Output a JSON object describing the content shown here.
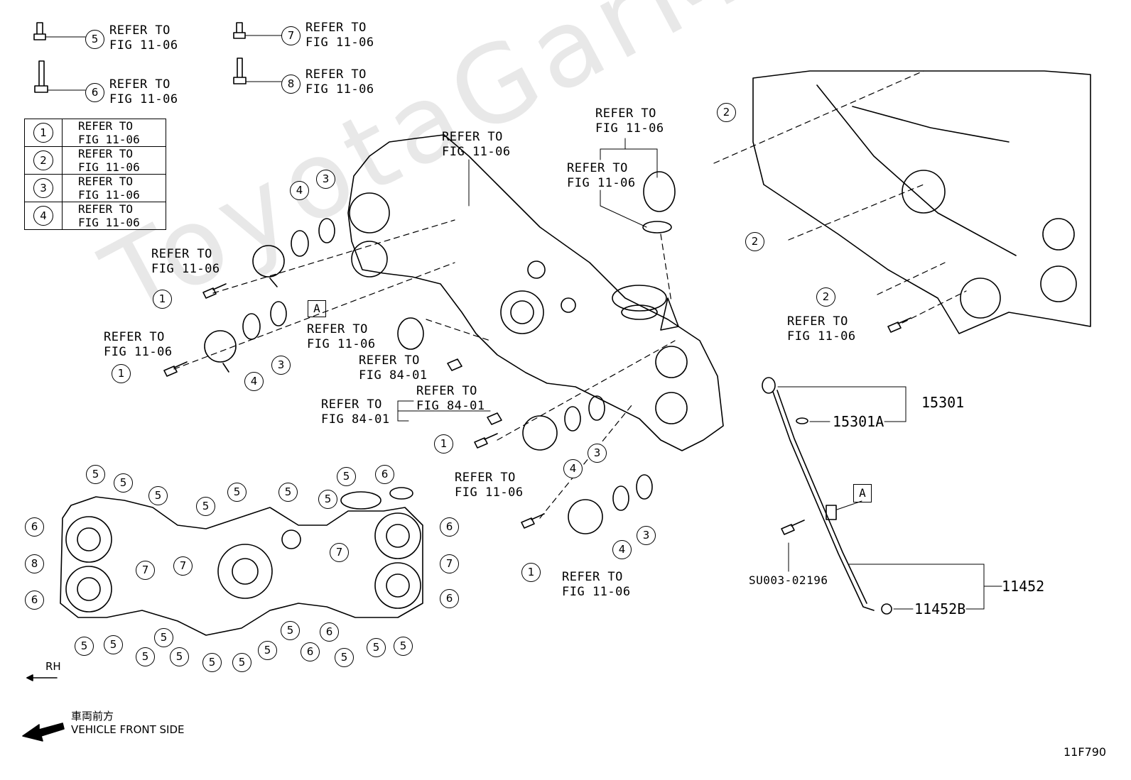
{
  "refer_fig_11_06": "REFER TO\nFIG 11-06",
  "refer_fig_84_01": "REFER TO\nFIG 84-01",
  "ref_table": [
    {
      "num": "1",
      "text": "REFER TO\nFIG 11-06"
    },
    {
      "num": "2",
      "text": "REFER TO\nFIG 11-06"
    },
    {
      "num": "3",
      "text": "REFER TO\nFIG 11-06"
    },
    {
      "num": "4",
      "text": "REFER TO\nFIG 11-06"
    }
  ],
  "part_numbers": {
    "dipstick": "15301",
    "dipstick_oring": "15301A",
    "guide": "11452",
    "guide_oring": "11452B",
    "bolt": "SU003-02196"
  },
  "reference_marker": "A",
  "direction": {
    "rh": "RH",
    "front_jp": "車両前方",
    "front_en": "VEHICLE FRONT SIDE"
  },
  "figure_id": "11F790",
  "watermark": "ToyotaGarMinSt"
}
